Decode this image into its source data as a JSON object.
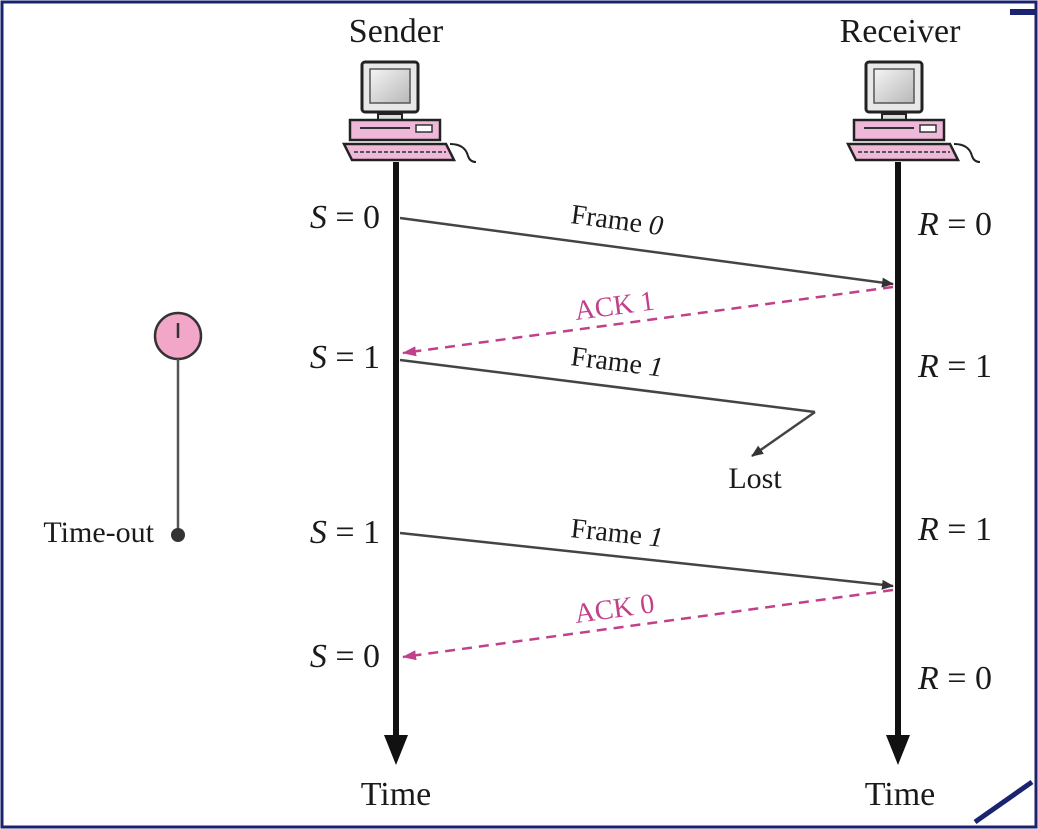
{
  "headers": {
    "sender": "Sender",
    "receiver": "Receiver"
  },
  "axis": {
    "sender_time": "Time",
    "receiver_time": "Time"
  },
  "sender_states": [
    {
      "var": "S",
      "eq": " = 0"
    },
    {
      "var": "S",
      "eq": " = 1"
    },
    {
      "var": "S",
      "eq": " = 1"
    },
    {
      "var": "S",
      "eq": " = 0"
    }
  ],
  "receiver_states": [
    {
      "var": "R",
      "eq": " = 0"
    },
    {
      "var": "R",
      "eq": " = 1"
    },
    {
      "var": "R",
      "eq": " = 1"
    },
    {
      "var": "R",
      "eq": " = 0"
    }
  ],
  "messages": [
    {
      "word": "Frame ",
      "num": "0"
    },
    {
      "text": "ACK 1"
    },
    {
      "word": "Frame ",
      "num": "1"
    },
    {
      "word": "Frame ",
      "num": "1"
    },
    {
      "text": "ACK 0"
    }
  ],
  "lost_label": "Lost",
  "timer": {
    "label": "Time-out"
  },
  "colors": {
    "ack": "#c2408a",
    "timer_fill": "#f2a6c8",
    "computer_pink": "#f0b8d8",
    "frame": "#444444",
    "border": "#1a2370"
  },
  "icons": {
    "sender": "computer-icon",
    "receiver": "computer-icon",
    "timer": "clock-icon"
  }
}
